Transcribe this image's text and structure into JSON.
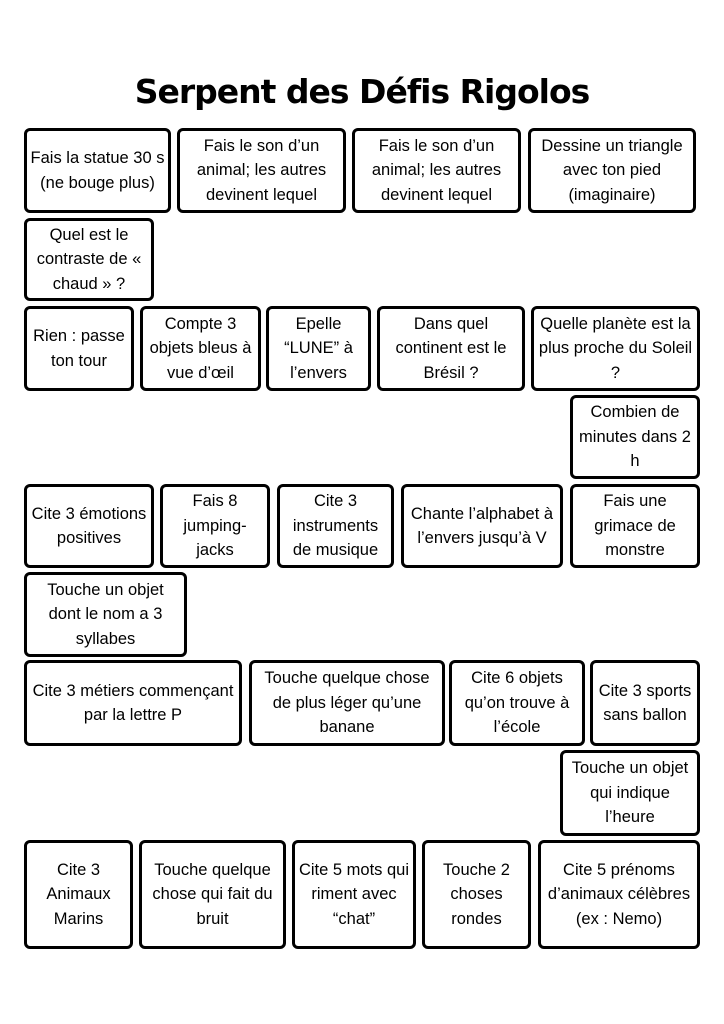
{
  "title": "Serpent des Défis Rigolos",
  "cells": [
    "Fais la statue 30 s (ne bouge plus)",
    "Fais le son d’un animal; les autres devinent lequel",
    "Fais le son d’un animal; les autres devinent lequel",
    "Dessine un triangle avec ton pied (imaginaire)",
    "Quel est le contraste de « chaud » ?",
    "Rien : passe ton tour",
    "Compte 3 objets bleus à vue d’œil",
    "Epelle “LUNE” à l’envers",
    "Dans quel continent est le Brésil ?",
    "Quelle planète est la plus proche du Soleil ?",
    "Combien de minutes dans 2 h",
    "Cite 3 émotions positives",
    "Fais 8 jumping-jacks",
    "Cite 3 instruments de musique",
    "Chante l’alphabet à l’envers jusqu’à V",
    "Fais une grimace de monstre",
    "Touche un objet dont le nom a 3 syllabes",
    "Cite 3 métiers commençant par la lettre P",
    "Touche quelque chose de plus léger qu’une banane",
    "Cite 6 objets qu’on trouve à l’école",
    "Cite 3 sports sans ballon",
    "Touche un objet qui indique l’heure",
    "Cite 3 Animaux Marins",
    "Touche quelque chose qui fait du bruit",
    "Cite 5 mots qui riment avec “chat”",
    "Touche 2 choses rondes",
    "Cite 5 prénoms d’animaux célèbres (ex : Nemo)"
  ]
}
